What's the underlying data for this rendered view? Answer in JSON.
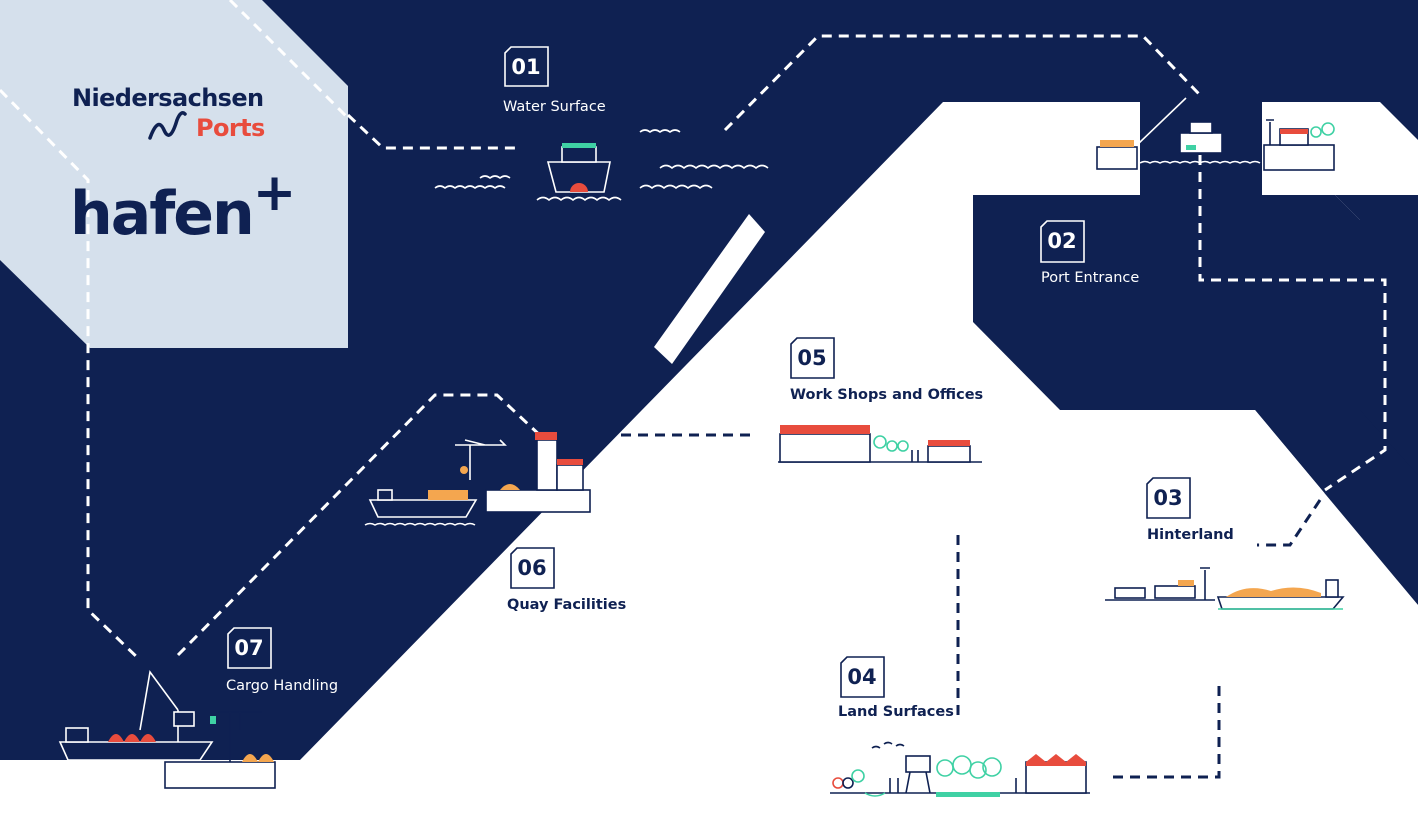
{
  "brand": {
    "line1": "Niedersachsen",
    "line2": "Ports",
    "logo": "hafen",
    "logo_mark": "+"
  },
  "stages": [
    {
      "number": "01",
      "label": "Water Surface"
    },
    {
      "number": "02",
      "label": "Port Entrance"
    },
    {
      "number": "03",
      "label": "Hinterland"
    },
    {
      "number": "04",
      "label": "Land Surfaces"
    },
    {
      "number": "05",
      "label": "Work Shops and Offices"
    },
    {
      "number": "06",
      "label": "Quay Facilities"
    },
    {
      "number": "07",
      "label": "Cargo Handling"
    }
  ],
  "colors": {
    "navy": "#0f2152",
    "light_panel": "#d5e0ec",
    "accent_red": "#e84c3d",
    "accent_green": "#3fd1a4",
    "accent_orange": "#f4a64f"
  }
}
